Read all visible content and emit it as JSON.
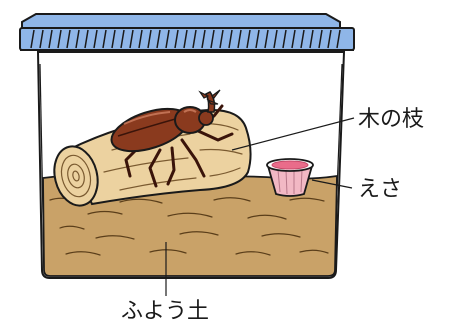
{
  "labels": {
    "branch": "木の枝",
    "food": "えさ",
    "soil": "ふよう土"
  },
  "colors": {
    "lid": "#8fb6e8",
    "lid_dark": "#3a5a8c",
    "soil": "#c9a268",
    "soil_dark": "#8a6a3c",
    "log": "#ecd2a0",
    "log_dark": "#7a5a30",
    "beetle": "#8a3a1e",
    "beetle_dark": "#3a140a",
    "cup": "#f2b8c4"
  }
}
